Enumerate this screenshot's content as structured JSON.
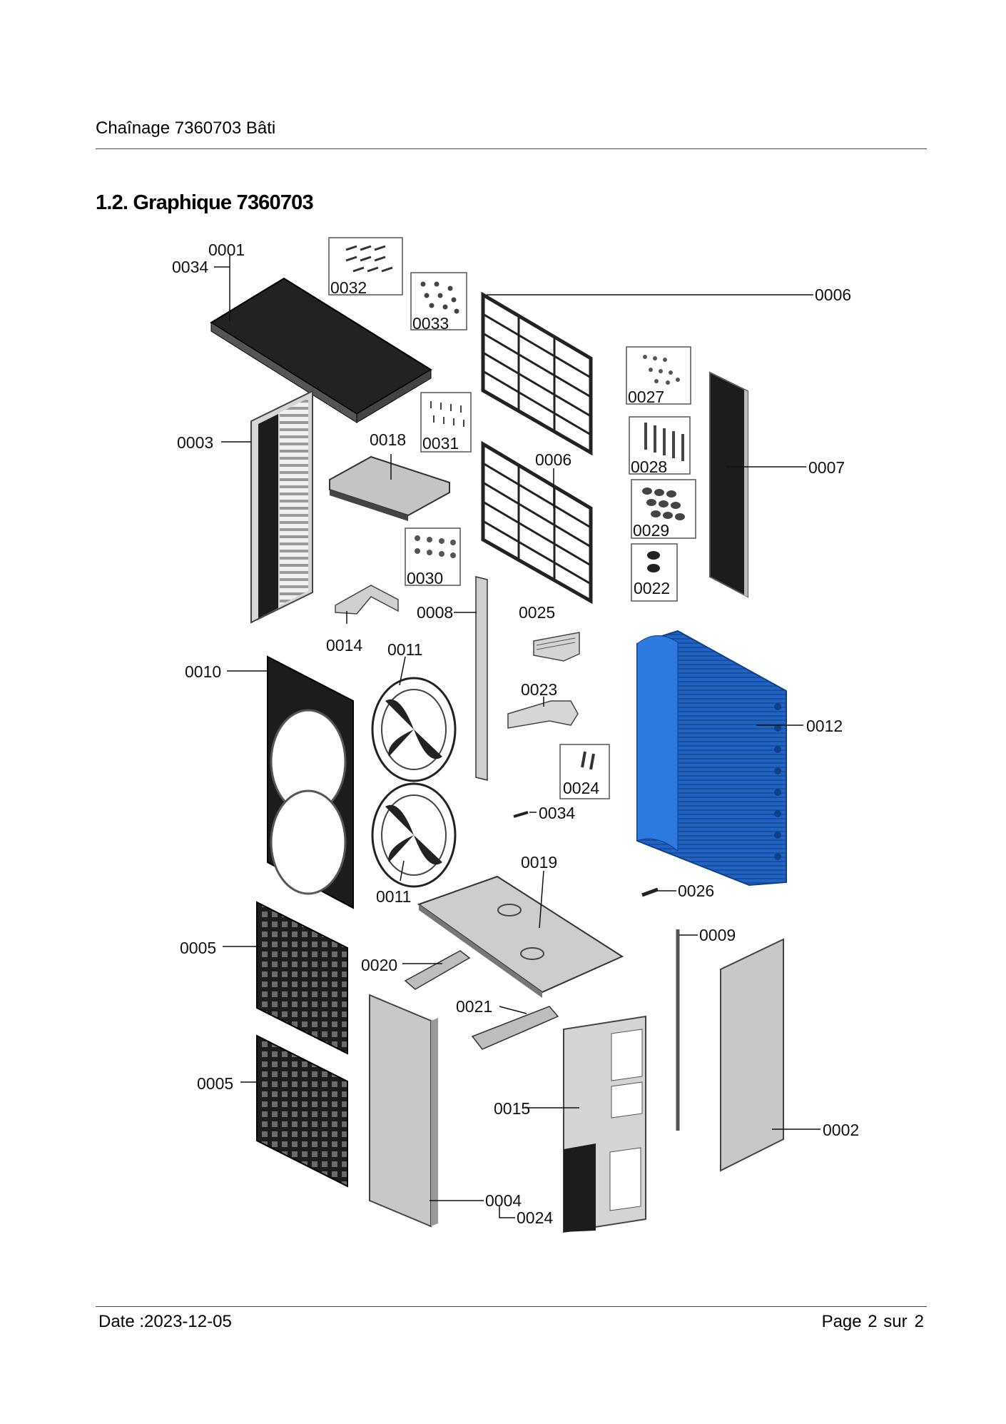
{
  "header": {
    "title": "Chaînage 7360703 Bâti"
  },
  "section": {
    "title": "1.2. Graphique 7360703"
  },
  "footer": {
    "date": "Date :2023-12-05",
    "page_label": "Page 2 sur",
    "page_total": "2"
  },
  "callouts": {
    "c0001": "0001",
    "c0034a": "0034",
    "c0032": "0032",
    "c0033": "0033",
    "c0006a": "0006",
    "c0027": "0027",
    "c0003": "0003",
    "c0018": "0018",
    "c0031": "0031",
    "c0006b": "0006",
    "c0028": "0028",
    "c0007": "0007",
    "c0029": "0029",
    "c0030": "0030",
    "c0022": "0022",
    "c0008": "0008",
    "c0025": "0025",
    "c0014": "0014",
    "c0011a": "0011",
    "c0010": "0010",
    "c0023": "0023",
    "c0012": "0012",
    "c0024a": "0024",
    "c0034b": "0034",
    "c0019": "0019",
    "c0011b": "0011",
    "c0026": "0026",
    "c0005a": "0005",
    "c0009": "0009",
    "c0020": "0020",
    "c0021": "0021",
    "c0005b": "0005",
    "c0015": "0015",
    "c0002": "0002",
    "c0004": "0004",
    "c0024b": "0024"
  },
  "colors": {
    "coil_blue": "#1f63c4",
    "panel_grey": "#c8c8c8",
    "dark_part": "#1c1c1c"
  }
}
